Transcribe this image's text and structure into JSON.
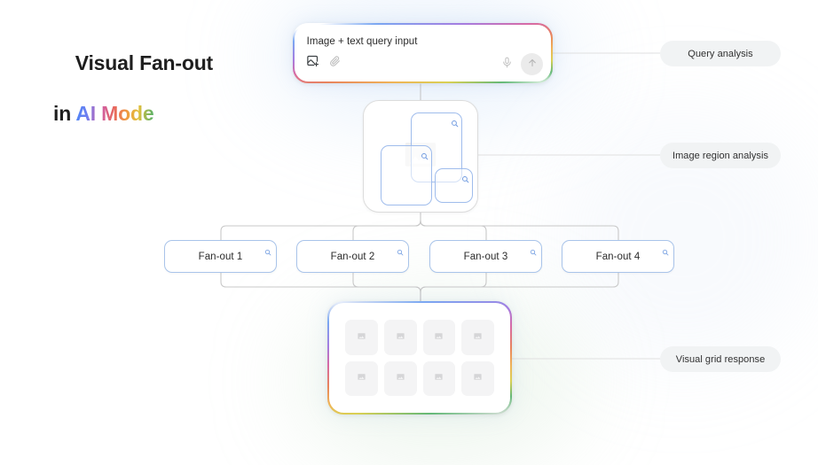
{
  "title": {
    "line1": "Visual Fan-out",
    "line2_prefix": "in ",
    "line2_accent": "AI Mode"
  },
  "query_card": {
    "text": "Image + text query input",
    "icons": {
      "add_image": "add-image-icon",
      "attach": "paperclip-icon",
      "mic": "microphone-icon",
      "send": "send-arrow-icon"
    }
  },
  "region_box": {
    "name": "image-region-analysis-box",
    "placeholder_icon": "image-placeholder-icon",
    "regions": [
      {
        "id": "region-1",
        "icon": "magnifier-icon"
      },
      {
        "id": "region-2",
        "icon": "magnifier-icon"
      },
      {
        "id": "region-3",
        "icon": "magnifier-icon"
      }
    ]
  },
  "fanouts": [
    {
      "label": "Fan-out 1",
      "icon": "magnifier-icon"
    },
    {
      "label": "Fan-out 2",
      "icon": "magnifier-icon"
    },
    {
      "label": "Fan-out 3",
      "icon": "magnifier-icon"
    },
    {
      "label": "Fan-out 4",
      "icon": "magnifier-icon"
    }
  ],
  "grid_response": {
    "name": "visual-grid-response",
    "columns": 4,
    "rows": 2,
    "tiles": [
      {
        "icon": "image-placeholder-icon"
      },
      {
        "icon": "image-placeholder-icon"
      },
      {
        "icon": "image-placeholder-icon"
      },
      {
        "icon": "image-placeholder-icon"
      },
      {
        "icon": "image-placeholder-icon"
      },
      {
        "icon": "image-placeholder-icon"
      },
      {
        "icon": "image-placeholder-icon"
      },
      {
        "icon": "image-placeholder-icon"
      }
    ]
  },
  "pills": [
    {
      "label": "Query analysis"
    },
    {
      "label": "Image region analysis"
    },
    {
      "label": "Visual grid response"
    }
  ],
  "colors": {
    "canvas": "#ffffff",
    "text_primary": "#1f1f1f",
    "connector_gray": "#c8c8c8",
    "connector_blue": "#a9c4ea",
    "box_border_blue": "#a9c4ea",
    "region_rect_blue": "#9fbcec",
    "pill_bg": "#f1f3f4",
    "tile_bg": "#f4f4f5",
    "gradient_blue": "#4a86f7",
    "gradient_magenta": "#d76aa6",
    "gradient_orange": "#e8845c",
    "gradient_yellow": "#e2c03c",
    "gradient_green": "#4fb06c"
  }
}
